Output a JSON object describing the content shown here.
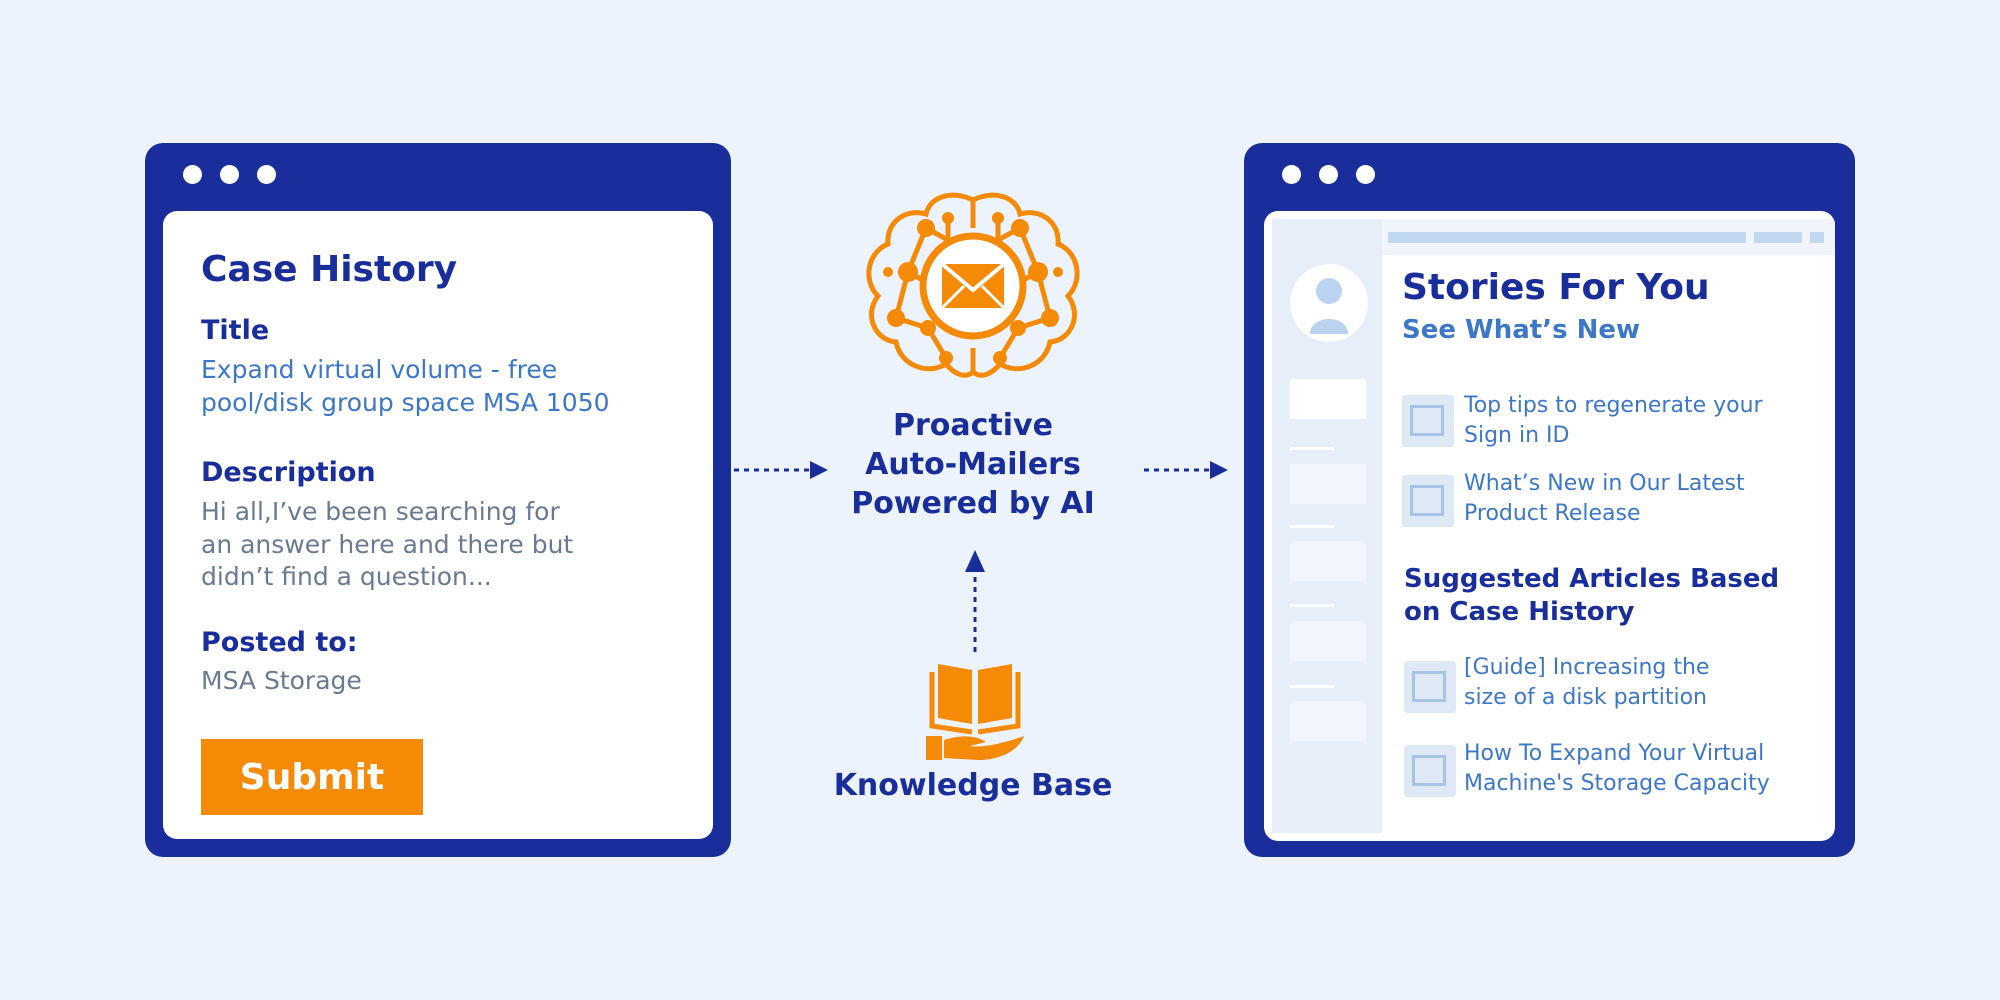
{
  "case_history": {
    "heading": "Case History",
    "title_label": "Title",
    "title_line1": "Expand virtual volume - free",
    "title_line2": "pool/disk group space MSA 1050",
    "description_label": "Description",
    "description_line1": "Hi all,I’ve been searching for",
    "description_line2": "an answer here and there but",
    "description_line3": "didn’t find a question...",
    "posted_label": "Posted to:",
    "posted_value": "MSA Storage",
    "submit_label": "Submit"
  },
  "center": {
    "ai_line1": "Proactive",
    "ai_line2": "Auto-Mailers",
    "ai_line3": "Powered by AI",
    "kb_label": "Knowledge Base"
  },
  "stories": {
    "heading": "Stories For You",
    "subheading": "See What’s New",
    "new_items": [
      {
        "line1": "Top tips to regenerate your",
        "line2": "Sign in ID"
      },
      {
        "line1": "What’s New in Our Latest",
        "line2": "Product Release"
      }
    ],
    "suggested_line1": "Suggested Articles Based",
    "suggested_line2": "on Case History",
    "suggested_items": [
      {
        "line1": "[Guide] Increasing the",
        "line2": "size of a disk partition"
      },
      {
        "line1": "How To Expand Your Virtual",
        "line2": "Machine's Storage Capacity"
      }
    ]
  },
  "colors": {
    "navy": "#1a2e9b",
    "orange": "#f48a05",
    "link_blue": "#3d77c7",
    "background": "#edf3fd"
  },
  "icons": [
    "brain-envelope-icon",
    "book-hand-icon",
    "avatar-icon",
    "image-placeholder-icon"
  ]
}
